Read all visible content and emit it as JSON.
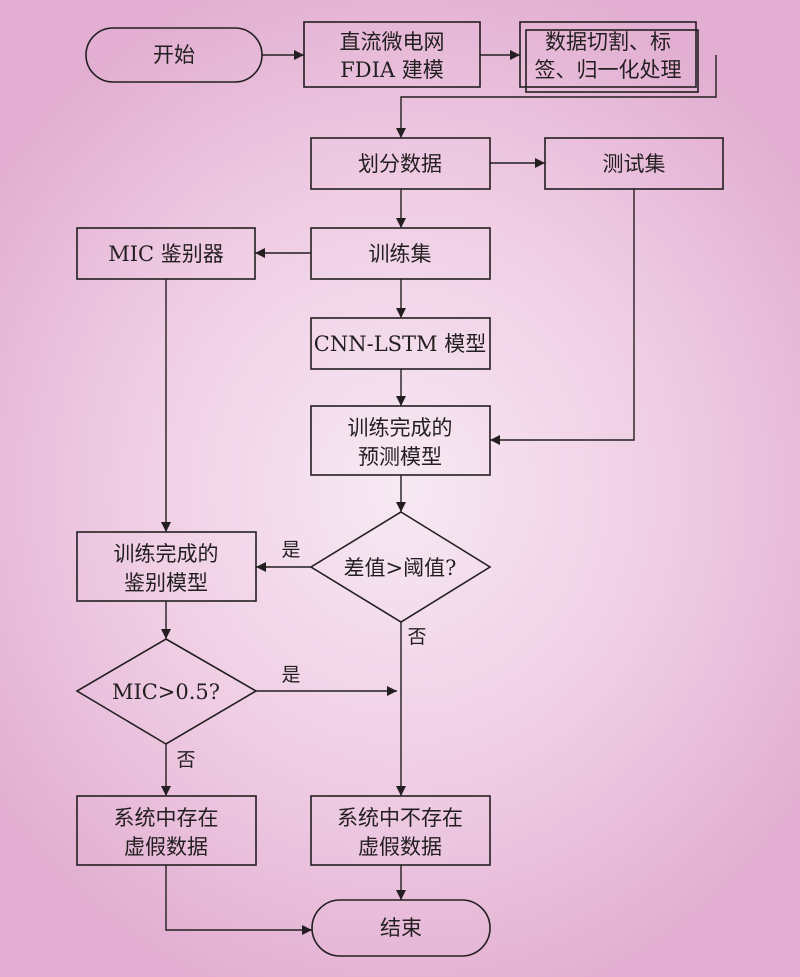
{
  "nodes": {
    "start": "开始",
    "modeling": [
      "直流微电网",
      "FDIA 建模"
    ],
    "preprocess": [
      "数据切割、标",
      "签、归一化处理"
    ],
    "split": "划分数据",
    "testset": "测试集",
    "trainset": "训练集",
    "mic": "MIC 鉴别器",
    "cnnlstm": "CNN-LSTM 模型",
    "trained_pred": [
      "训练完成的",
      "预测模型"
    ],
    "diff_decision": "差值>阈值?",
    "trained_disc": [
      "训练完成的",
      "鉴别模型"
    ],
    "mic_decision": "MIC>0.5?",
    "has_false": [
      "系统中存在",
      "虚假数据"
    ],
    "no_false": [
      "系统中不存在",
      "虚假数据"
    ],
    "end": "结束"
  },
  "edges": {
    "diff_yes": "是",
    "diff_no": "否",
    "mic_yes": "是",
    "mic_no": "否"
  }
}
